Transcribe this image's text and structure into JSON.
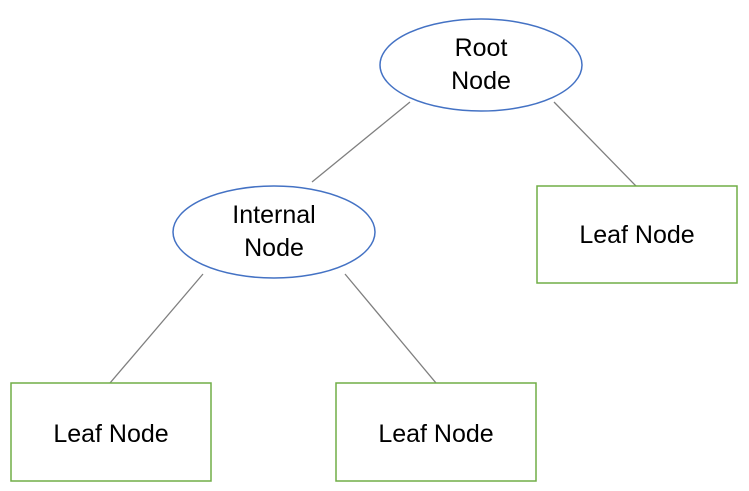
{
  "diagram": {
    "root": {
      "lines": [
        "Root",
        "Node"
      ]
    },
    "internal": {
      "lines": [
        "Internal",
        "Node"
      ]
    },
    "leaf_right": {
      "label": "Leaf Node"
    },
    "leaf_bottom_left": {
      "label": "Leaf Node"
    },
    "leaf_bottom_middle": {
      "label": "Leaf Node"
    }
  },
  "colors": {
    "ellipse_stroke": "#4472c4",
    "rect_stroke": "#70ad47",
    "edge_stroke": "#7f7f7f",
    "text": "#000000"
  }
}
